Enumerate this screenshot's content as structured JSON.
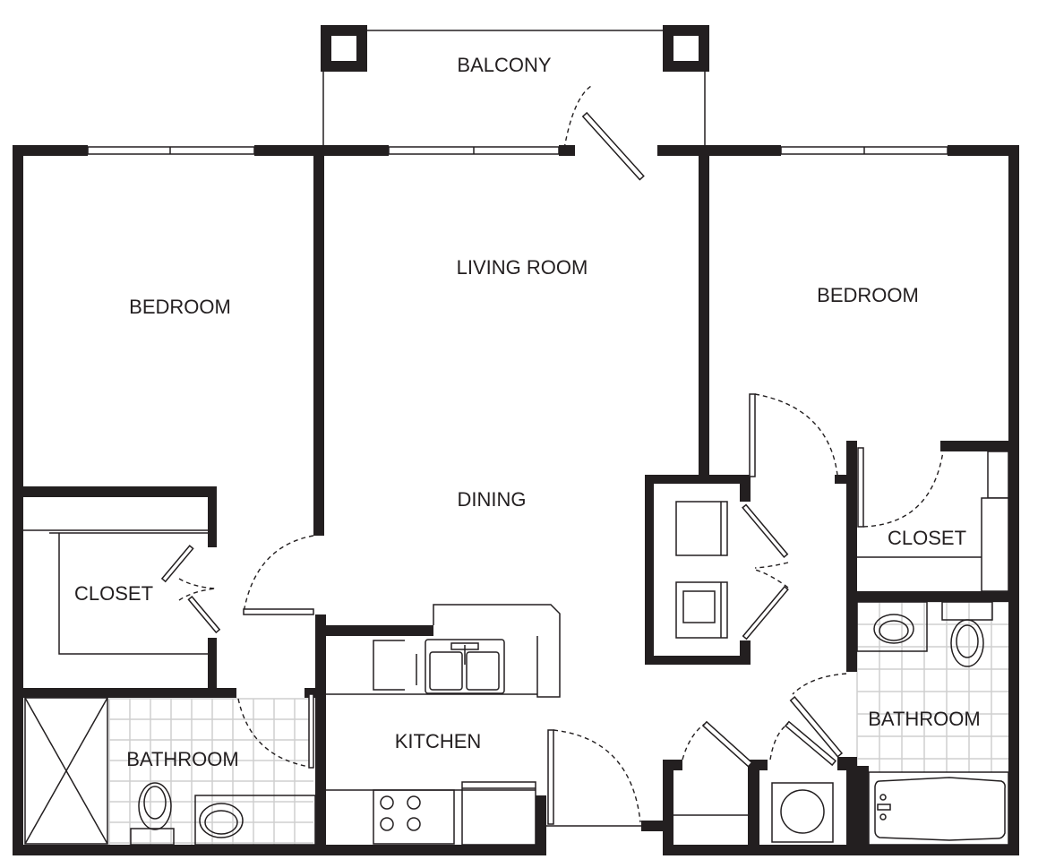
{
  "plan": {
    "rooms": {
      "balcony": "BALCONY",
      "living_room": "LIVING ROOM",
      "bedroom_left": "BEDROOM",
      "bedroom_right": "BEDROOM",
      "dining": "DINING",
      "closet_left": "CLOSET",
      "closet_right": "CLOSET",
      "bathroom_left": "BATHROOM",
      "bathroom_right": "BATHROOM",
      "kitchen": "KITCHEN"
    },
    "colors": {
      "wall": "#231f20",
      "tile": "#cfcfcf",
      "background": "#ffffff"
    }
  }
}
